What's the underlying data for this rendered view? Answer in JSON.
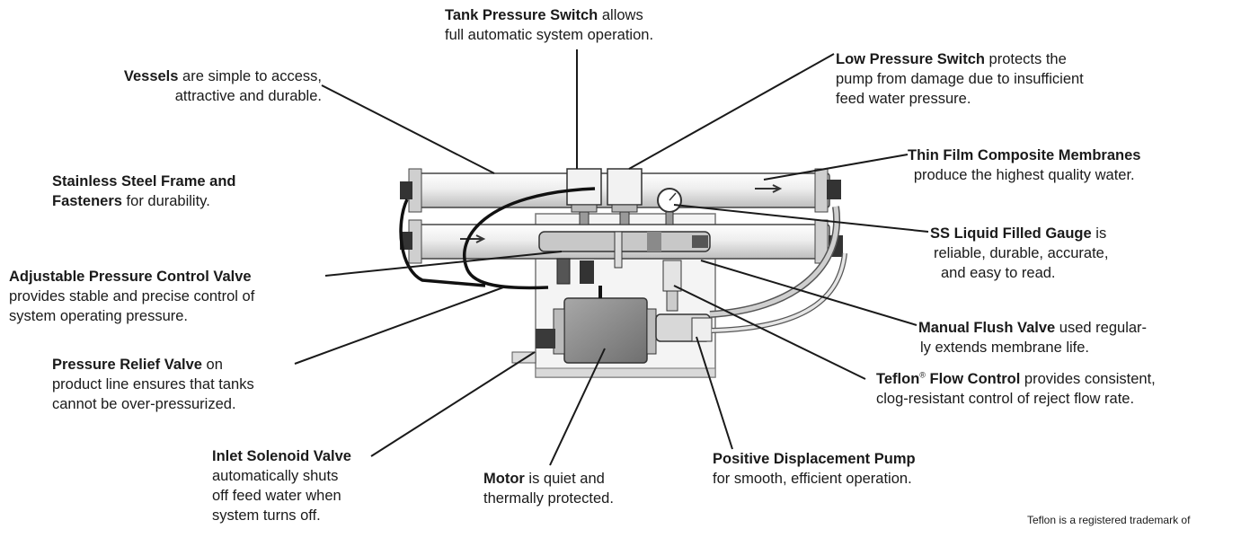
{
  "callouts": {
    "tank_pressure_switch": {
      "bold": "Tank Pressure Switch",
      "rest": " allows",
      "line2": "full automatic system operation."
    },
    "vessels": {
      "bold": "Vessels",
      "rest": " are simple to access,",
      "line2": "attractive and durable."
    },
    "low_pressure_switch": {
      "bold": "Low Pressure Switch",
      "rest": " protects the",
      "line2": "pump from damage due to insufficient",
      "line3": "feed water pressure."
    },
    "thin_film": {
      "bold": "Thin Film Composite Membranes",
      "line2": "produce the highest quality water."
    },
    "stainless_frame": {
      "bold": "Stainless Steel Frame and",
      "bold2": "Fasteners",
      "rest2": " for durability."
    },
    "ss_gauge": {
      "bold": "SS Liquid Filled Gauge",
      "rest": " is",
      "line2": "reliable, durable, accurate,",
      "line3": "and easy to read."
    },
    "adjustable_valve": {
      "bold": "Adjustable Pressure Control Valve",
      "line2": "provides stable and precise control of",
      "line3": "system operating pressure."
    },
    "manual_flush": {
      "bold": "Manual Flush Valve",
      "rest": " used regular-",
      "line2": "ly extends membrane life."
    },
    "relief_valve": {
      "bold": "Pressure Relief Valve",
      "rest": " on",
      "line2": "product line ensures that tanks",
      "line3": "cannot be over-pressurized."
    },
    "teflon_flow": {
      "bold": "Teflon",
      "sup": "®",
      "bold_rest": " Flow Control",
      "rest": " provides consistent,",
      "line2": "clog-resistant control of reject flow rate."
    },
    "inlet_solenoid": {
      "bold": "Inlet Solenoid Valve",
      "line2": "automatically shuts",
      "line3": "off feed water when",
      "line4": "system turns off."
    },
    "motor": {
      "bold": "Motor",
      "rest": " is quiet and",
      "line2": "thermally protected."
    },
    "pump": {
      "bold": "Positive Displacement Pump",
      "line2": "for smooth, efficient operation."
    }
  },
  "footnote": "Teflon is a registered trademark of",
  "colors": {
    "line": "#1a1a1a",
    "membrane": "#eeeeee",
    "frame": "#d9d9d9",
    "motor": "#8f8f8f"
  }
}
